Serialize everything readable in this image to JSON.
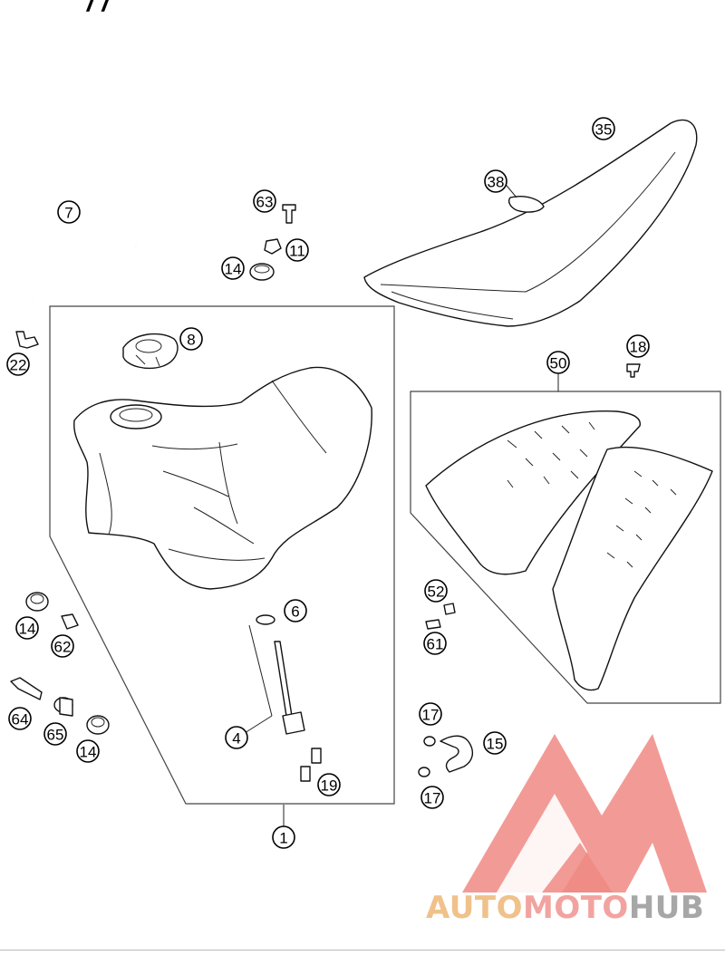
{
  "header": {
    "fragment": "/ /"
  },
  "callouts": [
    {
      "id": "35",
      "label": "35"
    },
    {
      "id": "38",
      "label": "38"
    },
    {
      "id": "7",
      "label": "7"
    },
    {
      "id": "63",
      "label": "63"
    },
    {
      "id": "11",
      "label": "11"
    },
    {
      "id": "14a",
      "label": "14"
    },
    {
      "id": "8",
      "label": "8"
    },
    {
      "id": "22",
      "label": "22"
    },
    {
      "id": "18",
      "label": "18"
    },
    {
      "id": "50",
      "label": "50"
    },
    {
      "id": "6",
      "label": "6"
    },
    {
      "id": "52",
      "label": "52"
    },
    {
      "id": "61",
      "label": "61"
    },
    {
      "id": "14b",
      "label": "14"
    },
    {
      "id": "62",
      "label": "62"
    },
    {
      "id": "4",
      "label": "4"
    },
    {
      "id": "64",
      "label": "64"
    },
    {
      "id": "65",
      "label": "65"
    },
    {
      "id": "14c",
      "label": "14"
    },
    {
      "id": "17a",
      "label": "17"
    },
    {
      "id": "15",
      "label": "15"
    },
    {
      "id": "19",
      "label": "19"
    },
    {
      "id": "17b",
      "label": "17"
    },
    {
      "id": "1",
      "label": "1"
    }
  ],
  "watermark": {
    "part1": "AUTO",
    "part2": "MOTO",
    "part3": "HUB",
    "colors": {
      "auto": "#f0c18a",
      "moto": "#f2a3a0",
      "hub": "#a7a7a7",
      "logo": "#f08a84"
    }
  }
}
